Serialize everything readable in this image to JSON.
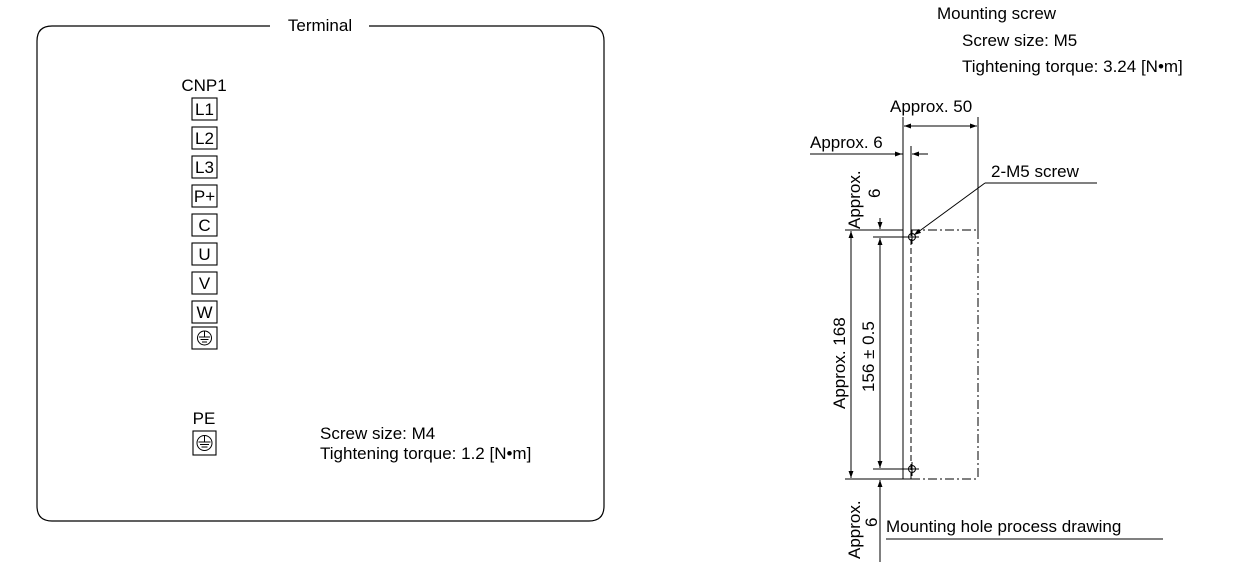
{
  "terminal_panel": {
    "title": "Terminal",
    "connector_name": "CNP1",
    "pins": [
      "L1",
      "L2",
      "L3",
      "P+",
      "C",
      "U",
      "V",
      "W"
    ],
    "pe_label": "PE",
    "screw_size": "Screw size: M4",
    "torque": "Tightening torque: 1.2 [N•m]"
  },
  "mounting": {
    "heading": "Mounting screw",
    "screw_size": "Screw size: M5",
    "torque": "Tightening torque: 3.24 [N•m]",
    "dim_width": "Approx. 50",
    "dim_offset": "Approx. 6",
    "dim_top_label": "Approx.",
    "dim_top_value": "6",
    "screw_callout": "2-M5 screw",
    "dim_height": "Approx. 168",
    "dim_pitch": "156 ± 0.5",
    "dim_bottom_label": "Approx.",
    "dim_bottom_value": "6",
    "drawing_caption": "Mounting hole process drawing"
  }
}
